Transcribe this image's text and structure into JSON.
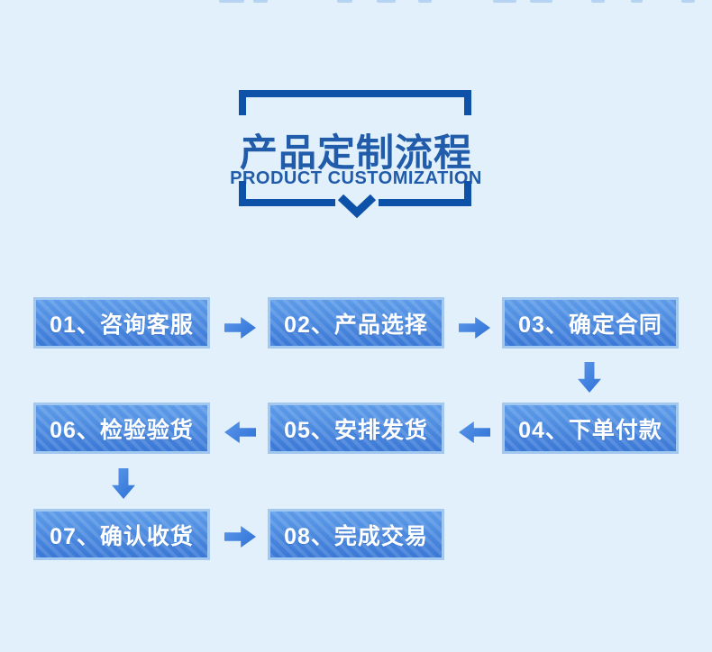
{
  "header": {
    "title": "产品定制流程",
    "subtitle": "PRODUCT CUSTOMIZATION"
  },
  "flow": {
    "steps": [
      {
        "label": "01、咨询客服"
      },
      {
        "label": "02、产品选择"
      },
      {
        "label": "03、确定合同"
      },
      {
        "label": "04、下单付款"
      },
      {
        "label": "05、安排发货"
      },
      {
        "label": "06、检验验货"
      },
      {
        "label": "07、确认收货"
      },
      {
        "label": "08、完成交易"
      }
    ]
  },
  "colors": {
    "page_bg": "#e1f0fb",
    "bracket": "#0d52a8",
    "title_text": "#215cab",
    "box_top": "#5e9ce9",
    "box_bottom": "#3a78d6",
    "box_border": "#a2c8ef",
    "box_text": "#ffffff",
    "arrow_light": "#5b97ea",
    "arrow_dark": "#2e71d6"
  }
}
